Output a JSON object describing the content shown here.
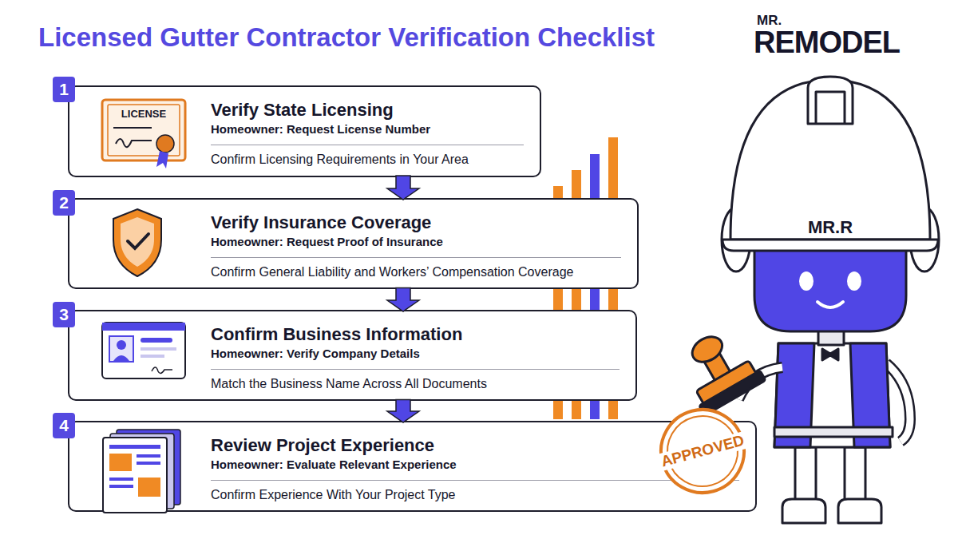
{
  "diagram": {
    "title": "Licensed Gutter Contractor Verification Checklist",
    "nodes": [
      {
        "text": [
          "Verify State Licensing",
          "Homeowner: Request License Number",
          "Confirm Licensing Requirements in Your Area"
        ]
      },
      {
        "text": [
          "Verify Insurance Coverage",
          "Homeowner: Request Proof of Insurance",
          "Confirm General Liability and Workers’ Compensation Coverage"
        ]
      },
      {
        "text": [
          "Confirm Business Information",
          "Homeowner: Verify Company Details",
          "Match the Business Name Across All Documents"
        ]
      },
      {
        "text": [
          "Review Project Experience",
          "Homeowner: Evaluate Relevant Experience",
          "Confirm Experience With Your Project Type"
        ]
      }
    ],
    "edges": [
      {
        "from": 0,
        "to": 1,
        "arrow": "to"
      },
      {
        "from": 1,
        "to": 2,
        "arrow": "to"
      },
      {
        "from": 2,
        "to": 3,
        "arrow": "to"
      }
    ],
    "labels": [
      "MR.",
      "REMODEL",
      "1",
      "LICENSE",
      "2",
      "3",
      "4",
      "MR.R",
      "APPROVED"
    ]
  }
}
